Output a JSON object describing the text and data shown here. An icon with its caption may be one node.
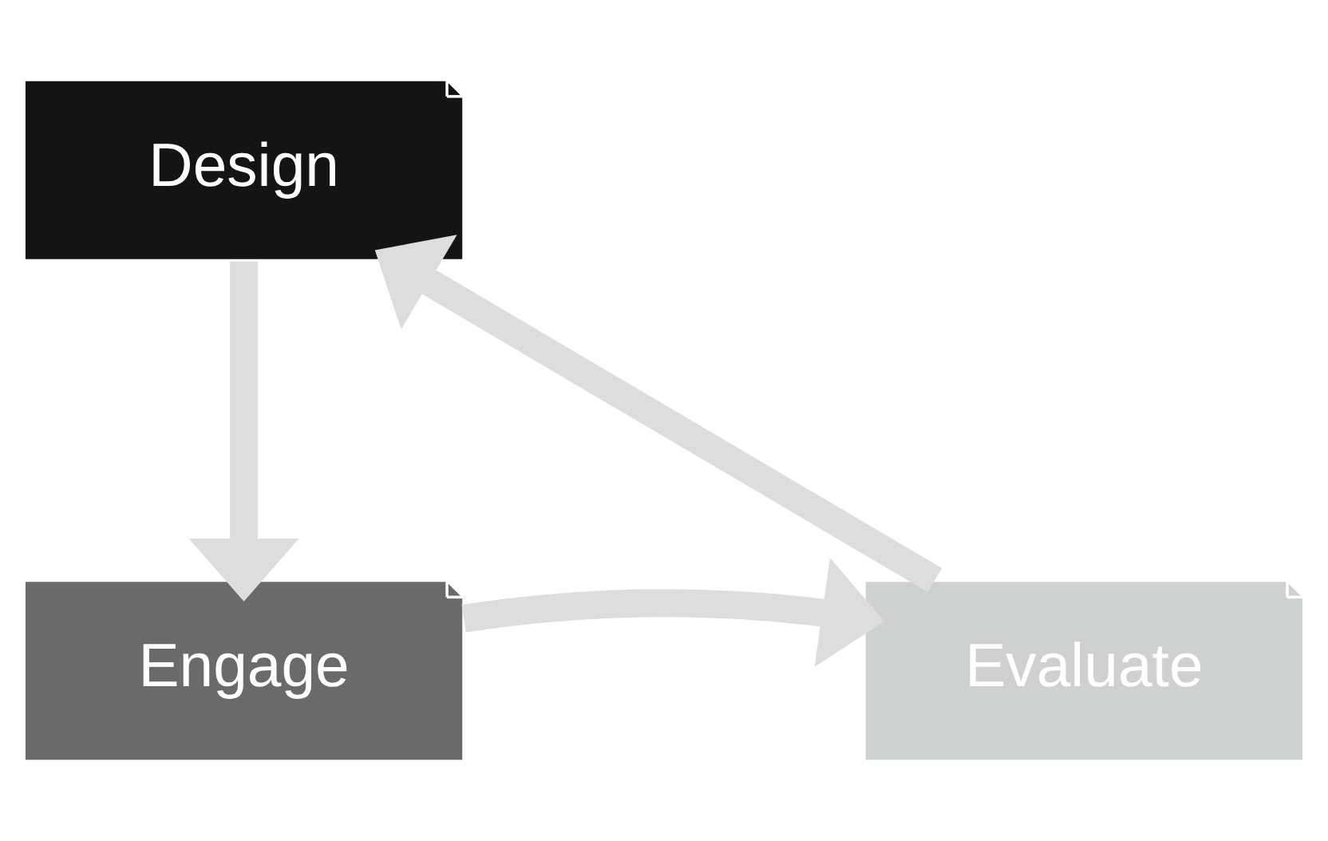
{
  "diagram": {
    "nodes": [
      {
        "text": [
          "Design"
        ]
      },
      {
        "text": [
          "Engage"
        ]
      },
      {
        "text": [
          "Evaluate"
        ]
      }
    ],
    "edges": [
      {
        "from": 0,
        "to": 1,
        "arrow": "to"
      },
      {
        "from": 1,
        "to": 2,
        "arrow": "to"
      },
      {
        "from": 2,
        "to": 0,
        "arrow": "to"
      }
    ]
  }
}
